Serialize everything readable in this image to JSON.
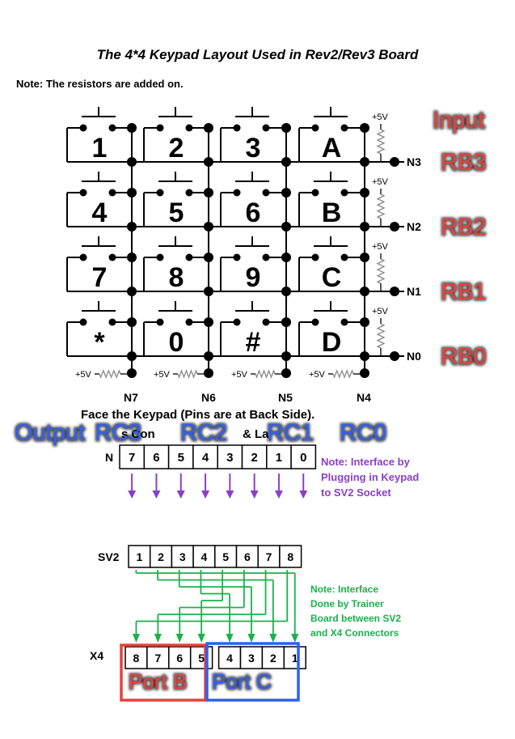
{
  "title": "The 4*4 Keypad Layout Used in Rev2/Rev3 Board",
  "note_top": "Note: The resistors are added on.",
  "keys": [
    [
      "1",
      "2",
      "3",
      "A"
    ],
    [
      "4",
      "5",
      "6",
      "B"
    ],
    [
      "7",
      "8",
      "9",
      "C"
    ],
    [
      "*",
      "0",
      "#",
      "D"
    ]
  ],
  "supply_label": "+5V",
  "row_nodes": [
    "N3",
    "N2",
    "N1",
    "N0"
  ],
  "row_ports": [
    "RB3",
    "RB2",
    "RB1",
    "RB0"
  ],
  "col_nodes": [
    "N7",
    "N6",
    "N5",
    "N4"
  ],
  "input_label": "Input",
  "face_note": "Face the Keypad (Pins are at Back Side).",
  "output_label": "Output",
  "col_ports": [
    "RC3",
    "RC2",
    "RC1",
    "RC0"
  ],
  "connector_prefix": "N",
  "connector_pins": [
    "7",
    "6",
    "5",
    "4",
    "3",
    "2",
    "1",
    "0"
  ],
  "note_plug": [
    "Note: Interface by",
    "Plugging in Keypad",
    "to SV2 Socket"
  ],
  "sv2_label": "SV2",
  "sv2_pins": [
    "1",
    "2",
    "3",
    "4",
    "5",
    "6",
    "7",
    "8"
  ],
  "x4_label": "X4",
  "x4_pins": [
    "8",
    "7",
    "6",
    "5",
    "4",
    "3",
    "2",
    "1"
  ],
  "note_trainer": [
    "Note: Interface",
    "Done by Trainer",
    "Board between SV2",
    "and X4 Connectors"
  ],
  "port_b_label": "Port B",
  "port_c_label": "Port C",
  "colors": {
    "red": "#e8413c",
    "blue": "#2f5ff0",
    "purple": "#8a3fc8",
    "green": "#18b24b",
    "ink": "#000000",
    "resistor": "#888888"
  }
}
